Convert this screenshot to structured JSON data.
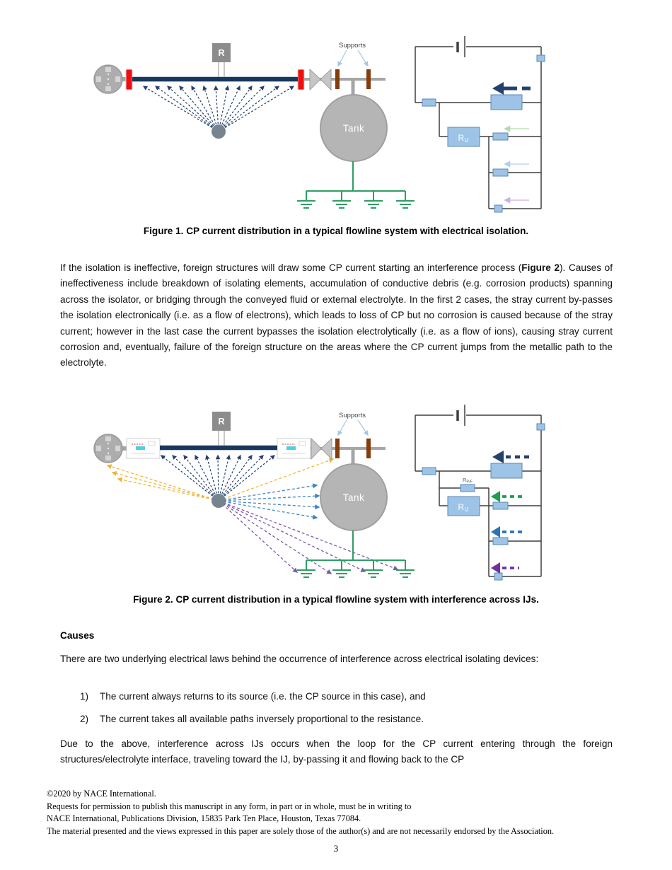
{
  "page": {
    "number": "3"
  },
  "figure1": {
    "caption": "Figure 1. CP current distribution in a typical flowline system with electrical isolation.",
    "labels": {
      "rectifier": "R",
      "supports": "Supports",
      "tank": "Tank"
    },
    "circuit": {
      "r_main": "R",
      "r_sub": "IJ"
    }
  },
  "figure2": {
    "caption": "Figure 2. CP current distribution in a typical flowline system with interference across IJs.",
    "labels": {
      "rectifier": "R",
      "supports": "Supports",
      "tank": "Tank"
    },
    "circuit": {
      "r_main": "R",
      "r_sub": "IJ",
      "rpf_main": "R",
      "rpf_sub": "P/F"
    }
  },
  "body": {
    "para1": {
      "before": "If the isolation is ineffective, foreign structures will draw some CP current starting an interference process (",
      "bold": "Figure 2",
      "after": "). Causes of ineffectiveness include breakdown of isolating elements, accumulation of conductive debris (e.g. corrosion products) spanning across the isolator, or bridging through the conveyed fluid or external electrolyte. In the first 2 cases, the stray current by-passes the isolation electronically (i.e. as a flow of electrons), which leads to loss of CP but no corrosion is caused because of the stray current; however in the last case the current bypasses the isolation electrolytically (i.e. as a flow of ions), causing stray current corrosion and, eventually, failure of the foreign structure on the areas where the CP current jumps from the metallic path to the electrolyte."
    },
    "causes_heading": "Causes",
    "para2": "There are two underlying electrical laws behind the occurrence of interference across electrical isolating devices:",
    "list": [
      {
        "marker": "1)",
        "text": "The current always returns to its source (i.e. the CP source in this case), and"
      },
      {
        "marker": "2)",
        "text": "The current takes all available paths inversely proportional to the resistance."
      }
    ],
    "para3": "Due to the above, interference across IJs occurs when the loop for the CP current entering through the foreign structures/electrolyte interface, traveling toward the IJ, by-passing it and flowing back to the CP"
  },
  "footer": {
    "lines": [
      "©2020 by NACE International.",
      "Requests for permission to publish this manuscript in any form, in part or in whole, must be in writing to",
      "NACE International, Publications Division, 15835 Park Ten Place, Houston, Texas 77084.",
      "The material presented and the views expressed in this paper are solely those of the author(s) and are not necessarily endorsed by the Association."
    ]
  },
  "colors": {
    "pipeline_navy": "#17375e",
    "isolation_red": "#f10e0e",
    "equipment_gray": "#aeaeae",
    "support_brown": "#843c0c",
    "ground_green": "#2f9e63",
    "resistor_fill": "#9dc3e6",
    "resistor_stroke": "#5b8ab5",
    "wire_dark": "#3f3f3f",
    "arrow_navy": "#24406e",
    "arrow_yellow": "#f0b62f",
    "arrow_blue": "#3d85c6",
    "arrow_purple": "#7e57a8",
    "arrow_green": "#1e9e50",
    "faint_green": "#b7d9ab",
    "faint_blue": "#b3cde8",
    "faint_purple": "#c9b3dd"
  }
}
